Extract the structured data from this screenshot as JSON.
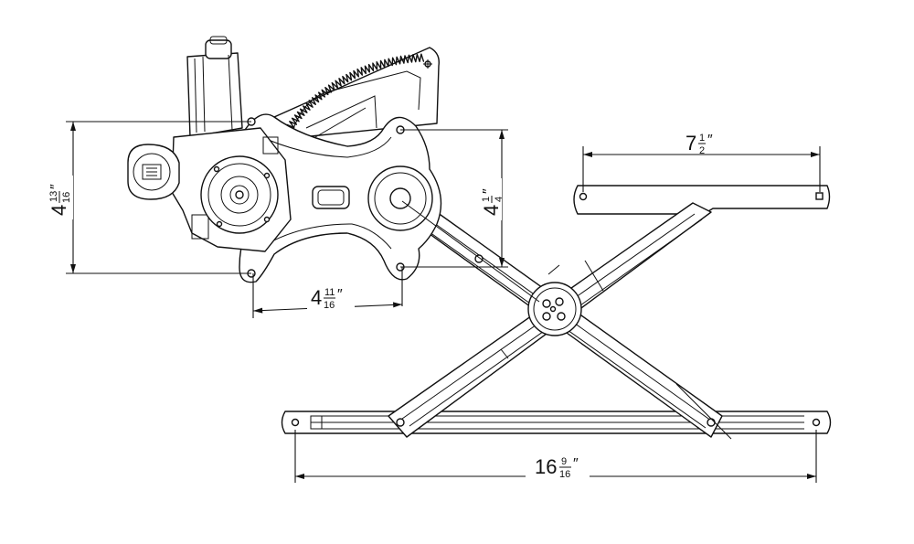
{
  "dimensions": {
    "bottom_rail_length": {
      "whole": "16",
      "num": "9",
      "den": "16",
      "unit": "″"
    },
    "top_bracket_length": {
      "whole": "7",
      "num": "1",
      "den": "2",
      "unit": "″"
    },
    "motor_height": {
      "whole": "4",
      "num": "13",
      "den": "16",
      "unit": "″"
    },
    "sector_height": {
      "whole": "4",
      "num": "1",
      "den": "4",
      "unit": "″"
    },
    "mount_spacing": {
      "whole": "4",
      "num": "11",
      "den": "16",
      "unit": "″"
    }
  }
}
